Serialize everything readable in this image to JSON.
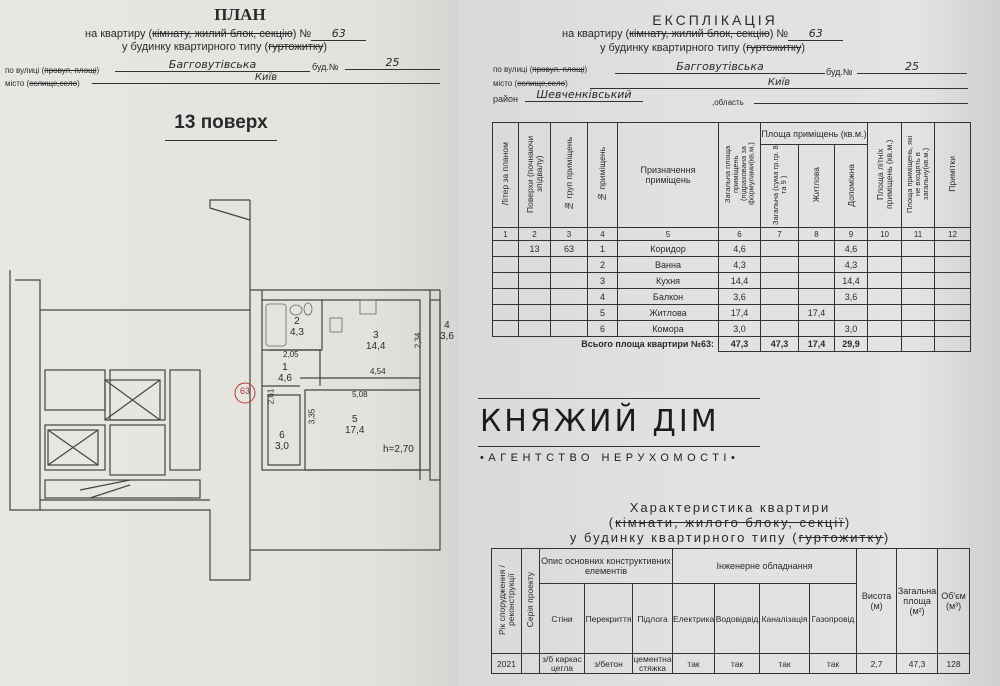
{
  "plan": {
    "title": "ПЛАН",
    "line1_prefix": "на квартиру (",
    "line1_struck": "кімнату, жилий блок, секцію",
    "line1_suffix": ") №",
    "apartment_no": "63",
    "line2_prefix": "у будинку квартирного типу (",
    "line2_struck": "гуртожитку",
    "line2_suffix": ")",
    "street_label": "по вулиці (",
    "street_struck": "провул. площі",
    "street": "Багговутівська",
    "building_label": "буд.№",
    "building_no": "25",
    "city_label": "місто (",
    "city_struck": "селище,село",
    "city": "Київ",
    "floor_title": "13 поверх",
    "unit_marker": "63",
    "rooms": [
      {
        "no": "1",
        "area": "4,6"
      },
      {
        "no": "2",
        "area": "4,3"
      },
      {
        "no": "3",
        "area": "14,4"
      },
      {
        "no": "4",
        "area": "3,6"
      },
      {
        "no": "5",
        "area": "17,4"
      },
      {
        "no": "6",
        "area": "3,0"
      }
    ],
    "dims": {
      "d205": "2,05",
      "d454": "4,54",
      "d508": "5,08",
      "d261": "2,61",
      "d335": "3,35",
      "d234": "2,34",
      "height": "h=2,70"
    }
  },
  "explication": {
    "title": "ЕКСПЛІКАЦІЯ",
    "line1_prefix": "на квартиру (",
    "line1_struck": "кімнату, жилий блок, секцію",
    "line1_suffix": ") №",
    "apartment_no": "63",
    "line2_prefix": "у будинку квартирного типу (",
    "line2_struck": "гуртожитку",
    "line2_suffix": ")",
    "street_label": "по вулиці (",
    "street_struck": "провул. площі",
    "street": "Багговутівська",
    "building_label": "буд.№",
    "building_no": "25",
    "city_label": "місто (",
    "city_struck": "селище,село",
    "city": "Київ",
    "district_label": "район",
    "district": "Шевченківський",
    "region_label": ",область",
    "headers": {
      "c1": "Літер за планом",
      "c2": "Поверхи (почнаючи зпідвалу)",
      "c3": "№ груп приміщень",
      "c4": "№ приміщень",
      "c5": "Призначення приміщень",
      "c6": "Загальна площа приміщень (підрахована за формулами(кв.м.)",
      "area_group": "Площа приміщень (кв.м.)",
      "c7": "Загальна (сума гр.гр. 8 та 9 )",
      "c8": "Житлова",
      "c9": "Допоміжна",
      "c10": "Площа літніх приміщень (кв.м.)",
      "c11": "Площа приміщень, які не входять в загальну(кв.м.)",
      "c12": "Примітки"
    },
    "col_numbers": [
      "1",
      "2",
      "3",
      "4",
      "5",
      "6",
      "7",
      "8",
      "9",
      "10",
      "11",
      "12"
    ],
    "rows": [
      {
        "floor": "13",
        "group": "63",
        "no": "1",
        "name": "Коридор",
        "total": "4,6",
        "living": "",
        "aux": "4,6"
      },
      {
        "floor": "",
        "group": "",
        "no": "2",
        "name": "Ванна",
        "total": "4,3",
        "living": "",
        "aux": "4,3"
      },
      {
        "floor": "",
        "group": "",
        "no": "3",
        "name": "Кухня",
        "total": "14,4",
        "living": "",
        "aux": "14,4"
      },
      {
        "floor": "",
        "group": "",
        "no": "4",
        "name": "Балкон",
        "total": "3,6",
        "living": "",
        "aux": "3,6"
      },
      {
        "floor": "",
        "group": "",
        "no": "5",
        "name": "Житлова",
        "total": "17,4",
        "living": "17,4",
        "aux": ""
      },
      {
        "floor": "",
        "group": "",
        "no": "6",
        "name": "Комора",
        "total": "3,0",
        "living": "",
        "aux": "3,0"
      }
    ],
    "total": {
      "label": "Всього площа квартири №63:",
      "total": "47,3",
      "sum": "47,3",
      "living": "17,4",
      "aux": "29,9"
    }
  },
  "characteristics": {
    "title": "Характеристика квартири",
    "line2_prefix": "(",
    "line2_struck": "кімнати, жилого блоку, секції",
    "line2_suffix": ")",
    "line3_prefix": "у будинку квартирного типу (",
    "line3_struck": "гуртожитку",
    "line3_suffix": ")",
    "headers": {
      "year": "Рік спорудження /реконструкції",
      "series": "Серія проекту",
      "structure": "Опис основних конструктивних елементів",
      "walls": "Стіни",
      "floors_ceil": "Перекриття",
      "floor": "Підлога",
      "engineering": "Інженерне обладнання",
      "electric": "Електрика",
      "water": "Водовідвід",
      "sewer": "Каналізація",
      "gas": "Газопровід",
      "height": "Висота (м)",
      "area": "Загальна площа (м²)",
      "volume": "Об'єм (м³)"
    },
    "row": {
      "year": "2021",
      "series": "",
      "walls": "з/б каркас цегла",
      "floors_ceil": "з/бетон",
      "floor": "цементна стяжка",
      "electric": "так",
      "water": "так",
      "sewer": "так",
      "gas": "так",
      "height": "2,7",
      "area": "47,3",
      "volume": "128"
    }
  },
  "watermark": {
    "brand": "КНЯЖИЙ ДІМ",
    "tagline": "•АГЕНТСТВО НЕРУХОМОСТІ•"
  }
}
